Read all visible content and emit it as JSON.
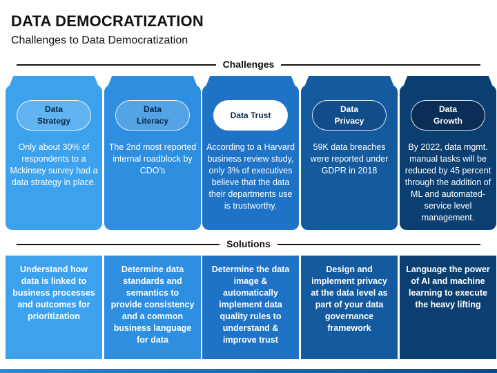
{
  "title": "DATA DEMOCRATIZATION",
  "subtitle": "Challenges to Data Democratization",
  "sections": {
    "challenges_label": "Challenges",
    "solutions_label": "Solutions"
  },
  "colors": [
    "#3da2ee",
    "#2e8fe0",
    "#1f73c6",
    "#145a9e",
    "#0b3f72"
  ],
  "challenges": [
    {
      "title": "Data\nStrategy",
      "text": "Only about 30% of respondents to a Mckinsey survey had a data strategy in place."
    },
    {
      "title": "Data\nLiteracy",
      "text": "The 2nd most reported internal roadblock by CDO’s"
    },
    {
      "title": "Data Trust",
      "text": "According to a Harvard business review study, only 3% of executives believe that the data their departments use is trustworthy."
    },
    {
      "title": "Data\nPrivacy",
      "text": "59K data breaches were reported under GDPR in 2018"
    },
    {
      "title": "Data\nGrowth",
      "text": "By 2022, data mgmt. manual tasks will be reduced by 45 percent through the addition of ML and automated- service level management."
    }
  ],
  "solutions": [
    {
      "text": "Understand how data is linked to business processes and outcomes for prioritization"
    },
    {
      "text": "Determine data standards and semantics to provide consistency and a common business language for data"
    },
    {
      "text": "Determine the data image & automatically implement data quality rules to understand & improve trust"
    },
    {
      "text": "Design and implement privacy at the data level as part of your data governance framework"
    },
    {
      "text": "Language the power of AI and machine learning to execute the heavy lifting"
    }
  ]
}
